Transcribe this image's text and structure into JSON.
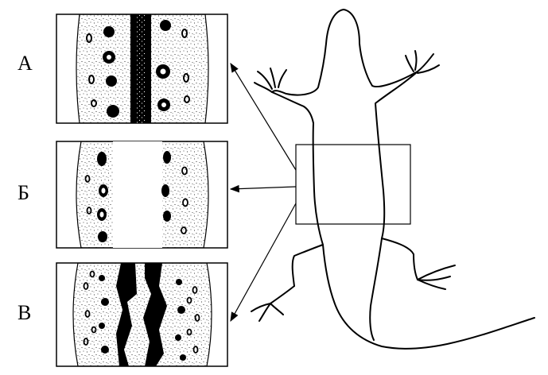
{
  "panels": [
    {
      "label": "А"
    },
    {
      "label": "Б"
    },
    {
      "label": "В"
    }
  ],
  "colors": {
    "ink": "#000000",
    "paper": "#ffffff"
  }
}
